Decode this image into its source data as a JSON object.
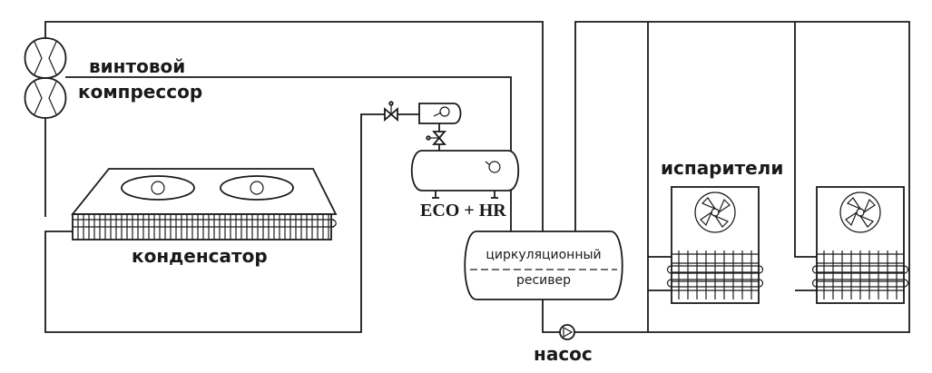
{
  "labels": {
    "compressor_line1": "винтовой",
    "compressor_line2": "компрессор",
    "condenser": "конденсатор",
    "eco_hr": "ECO + HR",
    "receiver_line1": "циркуляционный",
    "receiver_line2": "ресивер",
    "pump": "насос",
    "evaporators": "испарители"
  },
  "colors": {
    "line": "#1a1a1a",
    "background": "#ffffff"
  }
}
